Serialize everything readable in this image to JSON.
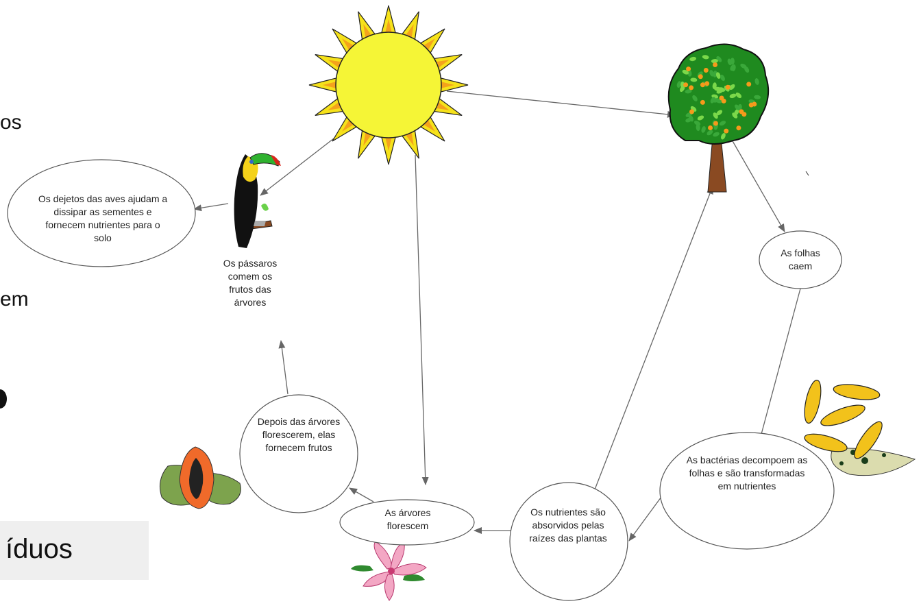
{
  "left_fragments": {
    "line1": "os",
    "line2": "em",
    "line3": "íduos"
  },
  "nodes": {
    "bird_droppings": "Os dejetos das aves ajudam a dissipar as sementes e fornecem nutrientes para o solo",
    "birds_eat": "Os pássaros comem os frutos das árvores",
    "leaves_fall": "As folhas caem",
    "after_flowering": "Depois das árvores florescerem, elas fornecem frutos",
    "trees_flower": "As árvores florescem",
    "nutrients_absorbed": "Os nutrientes são absorvidos pelas raízes das plantas",
    "bacteria": "As bactérias decompoem as folhas e são transformadas em nutrientes"
  },
  "colors": {
    "sun_fill": "#f5f536",
    "sun_ray": "#f6e21a",
    "sun_ray_inner": "#f4a21c",
    "arrow": "#666666",
    "foliage": "#1f8a1f",
    "fruit": "#f59a1b",
    "trunk": "#8a4a22",
    "bacteria": "#f2c21b"
  }
}
